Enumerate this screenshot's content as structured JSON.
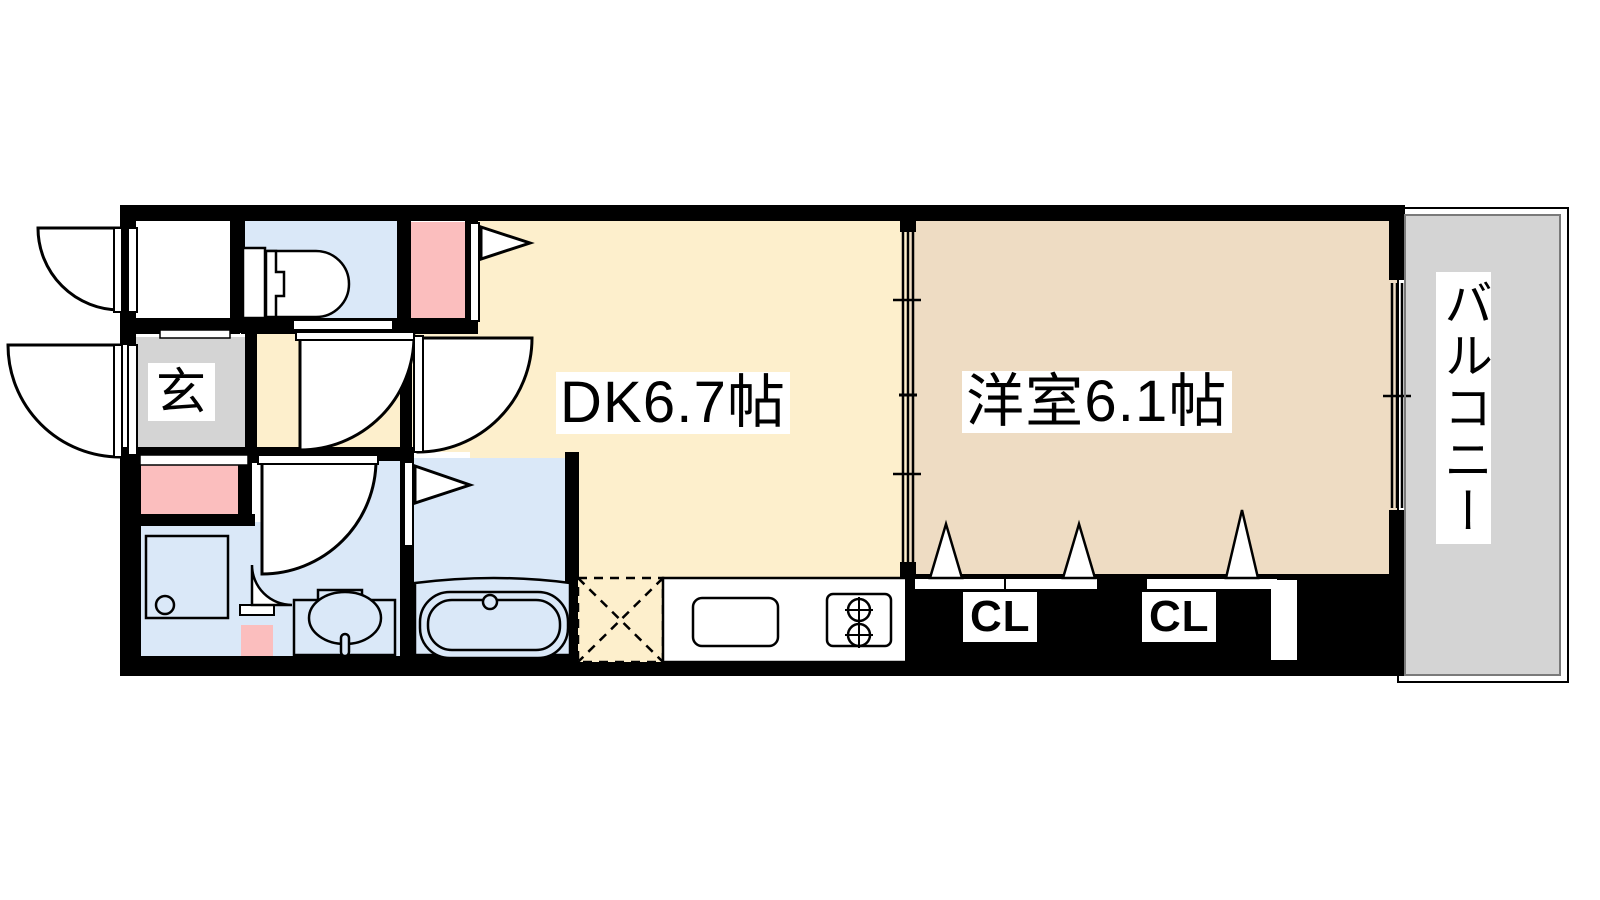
{
  "plan": {
    "title": "1DK apartment floor plan",
    "unit_system": "jo",
    "rooms": [
      {
        "id": "dk",
        "label": "DK6.7帖",
        "name": "dining-kitchen",
        "area_jo": 6.7,
        "fill": "#FDEFCC"
      },
      {
        "id": "bedroom",
        "label": "洋室6.1帖",
        "name": "western-room",
        "area_jo": 6.1,
        "fill": "#EEDCC3"
      },
      {
        "id": "genkan",
        "label": "玄",
        "name": "entrance",
        "fill": "#D4D4D4"
      },
      {
        "id": "closet_1",
        "label": "CL",
        "name": "closet-left",
        "fill": "#FBBEBE"
      },
      {
        "id": "closet_2",
        "label": "CL",
        "name": "closet-right",
        "fill": "#FBBEBE"
      },
      {
        "id": "balcony",
        "label": "バルコニー",
        "name": "balcony",
        "fill": "#D4D4D4"
      }
    ],
    "fixtures": [
      {
        "id": "toilet",
        "name": "toilet-fixture",
        "room": "toilet-room"
      },
      {
        "id": "bathtub",
        "name": "bathtub-fixture",
        "room": "bathroom"
      },
      {
        "id": "vanity",
        "name": "vanity-sink-fixture",
        "room": "washroom"
      },
      {
        "id": "washer_pan",
        "name": "washing-machine-pan",
        "room": "washroom"
      },
      {
        "id": "kitchen_sink",
        "name": "kitchen-sink-fixture",
        "room": "dk"
      },
      {
        "id": "stove",
        "name": "two-burner-stove",
        "room": "dk"
      },
      {
        "id": "fridge_space",
        "name": "refrigerator-space",
        "room": "dk"
      }
    ],
    "colors": {
      "wall": "#000000",
      "dk_fill": "#FDEFCC",
      "bedroom_fill": "#EEDCC3",
      "water_fill": "#DAE8F8",
      "closet_fill": "#FBBEBE",
      "gray_fill": "#D4D4D4",
      "balcony_fill": "#D4D4D4",
      "white": "#FFFFFF",
      "outline": "#000000"
    }
  }
}
